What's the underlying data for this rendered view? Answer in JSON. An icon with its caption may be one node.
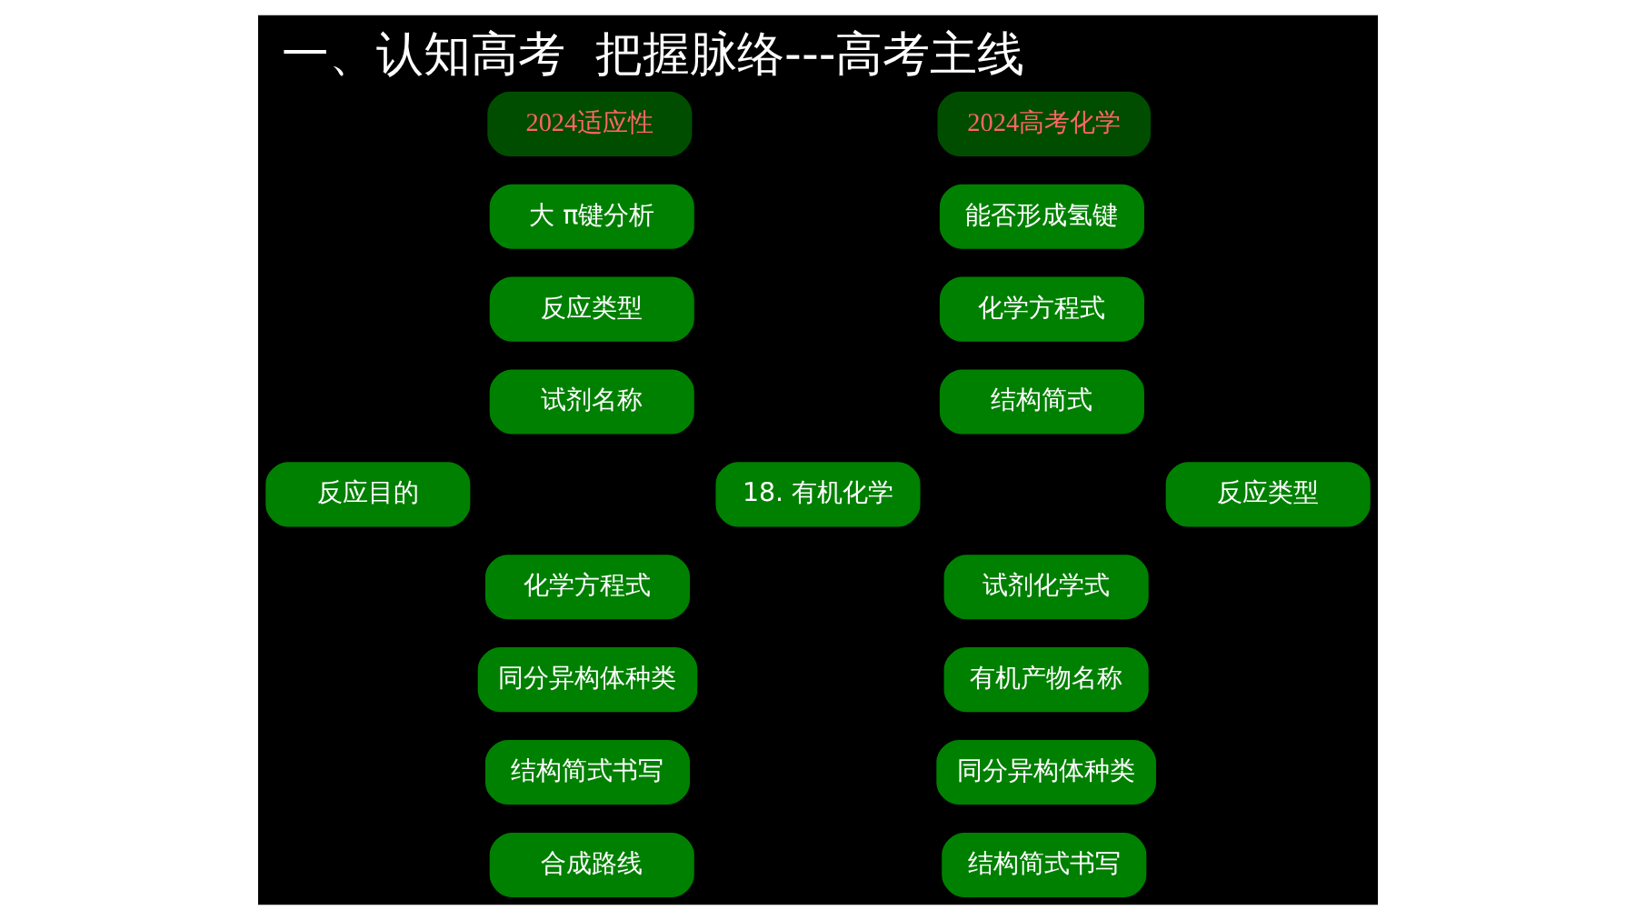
{
  "diagram": {
    "title": "一、认知高考  把握脉络---高考主线",
    "nodes": [
      {
        "text": [
          "2024适应性"
        ]
      },
      {
        "text": [
          "大 π键分析"
        ]
      },
      {
        "text": [
          "反应类型"
        ]
      },
      {
        "text": [
          "试剂名称"
        ]
      },
      {
        "text": [
          "反应目的"
        ]
      },
      {
        "text": [
          "化学方程式"
        ]
      },
      {
        "text": [
          "同分异构体种类"
        ]
      },
      {
        "text": [
          "结构简式书写"
        ]
      },
      {
        "text": [
          "合成路线"
        ]
      },
      {
        "text": [
          "18. 有机化学"
        ]
      },
      {
        "text": [
          "2024高考化学"
        ]
      },
      {
        "text": [
          "能否形成氢键"
        ]
      },
      {
        "text": [
          "化学方程式"
        ]
      },
      {
        "text": [
          "结构简式"
        ]
      },
      {
        "text": [
          "反应类型"
        ]
      },
      {
        "text": [
          "试剂化学式"
        ]
      },
      {
        "text": [
          "有机产物名称"
        ]
      },
      {
        "text": [
          "同分异构体种类"
        ]
      },
      {
        "text": [
          "结构简式书写"
        ]
      }
    ],
    "edges": []
  }
}
